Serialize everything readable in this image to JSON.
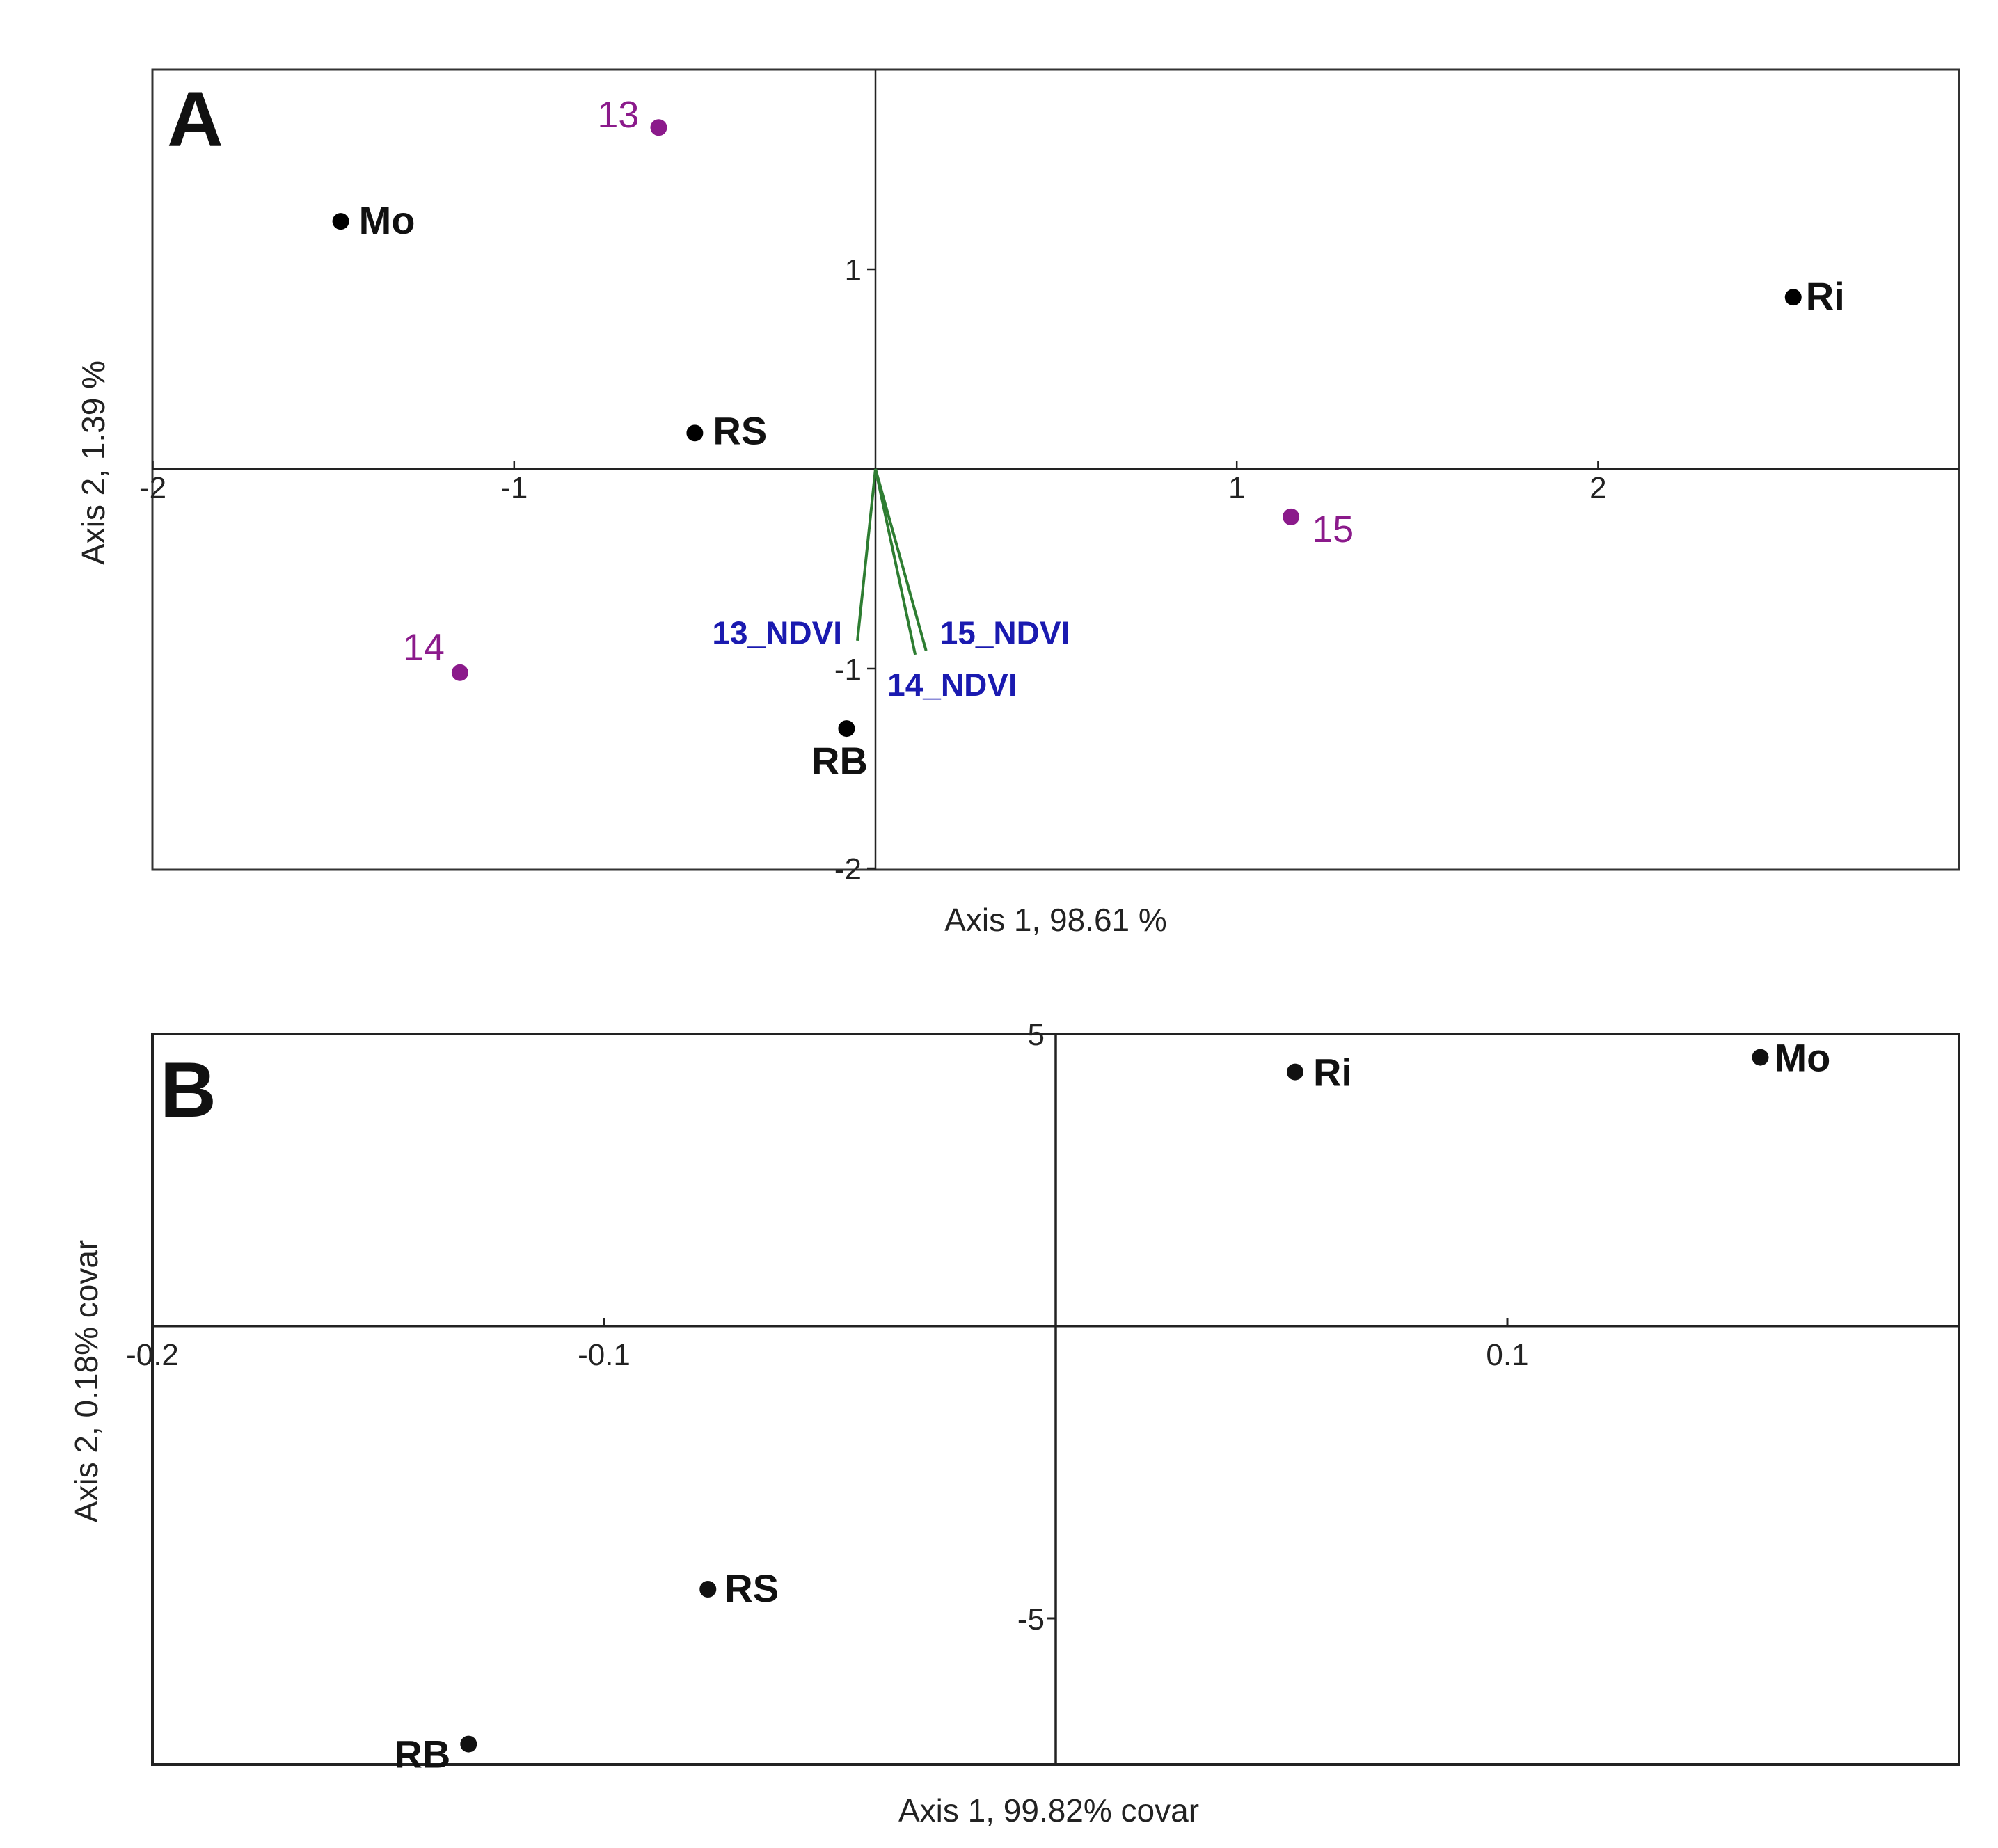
{
  "chart_data": [
    {
      "panel": "A",
      "type": "scatter",
      "xlabel": "Axis 1, 98.61 %",
      "ylabel": "Axis 2, 1.39 %",
      "xlim": [
        -2,
        3
      ],
      "ylim": [
        -2,
        2
      ],
      "xticks": [
        -2,
        -1,
        1,
        2
      ],
      "yticks": [
        1,
        -1,
        -2
      ],
      "grid": false,
      "sites": [
        {
          "label": "Mo",
          "x": -1.48,
          "y": 1.24,
          "color": "#000000"
        },
        {
          "label": "RS",
          "x": -0.5,
          "y": 0.18,
          "color": "#000000"
        },
        {
          "label": "RB",
          "x": -0.08,
          "y": -1.3,
          "color": "#000000"
        },
        {
          "label": "Ri",
          "x": 2.54,
          "y": 0.86,
          "color": "#000000"
        }
      ],
      "years": [
        {
          "label": "13",
          "x": -0.6,
          "y": 1.71,
          "color": "#8B1A8B"
        },
        {
          "label": "14",
          "x": -1.15,
          "y": -1.02,
          "color": "#8B1A8B"
        },
        {
          "label": "15",
          "x": 1.15,
          "y": -0.24,
          "color": "#8B1A8B"
        }
      ],
      "vectors": [
        {
          "label": "13_NDVI",
          "x": -0.05,
          "y": -0.86
        },
        {
          "label": "14_NDVI",
          "x": 0.11,
          "y": -0.93
        },
        {
          "label": "15_NDVI",
          "x": 0.14,
          "y": -0.91
        }
      ],
      "vector_color": "#2E7D32",
      "vector_label_color": "#1A1AB0"
    },
    {
      "panel": "B",
      "type": "scatter",
      "xlabel": "Axis 1, 99.82% covar",
      "ylabel": "Axis 2, 0.18% covar",
      "xlim": [
        -0.2,
        0.2
      ],
      "ylim": [
        -7.5,
        5
      ],
      "xticks": [
        -0.2,
        -0.1,
        0.1
      ],
      "ytick_values": [
        5,
        -5
      ],
      "ytick_labels": [
        "5",
        "-5"
      ],
      "grid": false,
      "sites": [
        {
          "label": "Ri",
          "x": 0.053,
          "y": 4.35
        },
        {
          "label": "Mo",
          "x": 0.156,
          "y": 4.6
        },
        {
          "label": "RS",
          "x": -0.077,
          "y": -4.5
        },
        {
          "label": "RB",
          "x": -0.13,
          "y": -7.15
        }
      ]
    }
  ],
  "panel_letters": [
    "A",
    "B"
  ]
}
